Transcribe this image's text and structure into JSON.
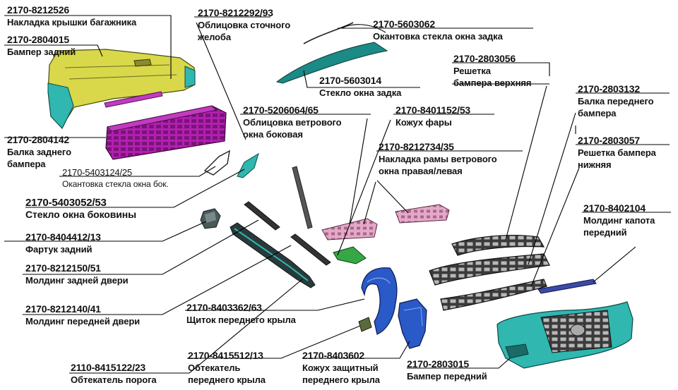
{
  "diagram": {
    "colors": {
      "cyan": "#2fb7b0",
      "yellow": "#d8d84a",
      "magenta": "#b21fb0",
      "pink": "#e4a8c8",
      "blue": "#2a59c8",
      "grey": "#454545",
      "green": "#35a845",
      "dark_cyan": "#178a88",
      "line": "#000000"
    },
    "parts": [
      {
        "id": "trunk-lid-trim",
        "number": "2170-8212526",
        "name": "Накладка крышки багажника"
      },
      {
        "id": "rear-bumper",
        "number": "2170-2804015",
        "name": "Бампер задний"
      },
      {
        "id": "drain-gutter-trim",
        "number": "2170-8212292/93",
        "name": "Облицовка сточного желоба",
        "name_lines": [
          "Облицовка сточного",
          "желоба"
        ]
      },
      {
        "id": "rear-window-edging",
        "number": "2170-5603062",
        "name": "Окантовка стекла окна задка"
      },
      {
        "id": "rear-window-glass",
        "number": "2170-5603014",
        "name": "Стекло окна задка"
      },
      {
        "id": "upper-bumper-grille",
        "number": "2170-2803056",
        "name": "Решетка бампера верхняя",
        "name_lines": [
          "Решетка",
          "бампера верхняя"
        ]
      },
      {
        "id": "rear-bumper-beam",
        "number": "2170-2804142",
        "name": "Балка заднего бампера",
        "name_lines": [
          "Балка заднего",
          "бампера"
        ]
      },
      {
        "id": "side-vent-window-trim",
        "number": "2170-5206064/65",
        "name": "Облицовка ветрового окна боковая",
        "name_lines": [
          "Облицовка ветрового",
          "окна боковая"
        ]
      },
      {
        "id": "headlamp-cover",
        "number": "2170-8401152/53",
        "name": "Кожух фары"
      },
      {
        "id": "front-bumper-beam",
        "number": "2170-2803132",
        "name": "Балка переднего бампера",
        "name_lines": [
          "Балка переднего",
          "бампера"
        ]
      },
      {
        "id": "side-window-edging",
        "number": "2170-5403124/25",
        "name": "Окантовка стекла окна бок."
      },
      {
        "id": "windshield-frame-trim",
        "number": "2170-8212734/35",
        "name": "Накладка рамы ветрового окна правая/левая",
        "name_lines": [
          "Накладка рамы ветрового",
          "окна правая/левая"
        ]
      },
      {
        "id": "lower-bumper-grille",
        "number": "2170-2803057",
        "name": "Решетка бампера нижняя",
        "name_lines": [
          "Решетка бампера",
          "нижняя"
        ]
      },
      {
        "id": "side-window-glass",
        "number": "2170-5403052/53",
        "name": "Стекло окна боковины"
      },
      {
        "id": "hood-molding",
        "number": "2170-8402104",
        "name": "Молдинг капота передний",
        "name_lines": [
          "Молдинг капота",
          "передний"
        ]
      },
      {
        "id": "rear-mudflap",
        "number": "2170-8404412/13",
        "name": "Фартук задний"
      },
      {
        "id": "rear-door-molding",
        "number": "2170-8212150/51",
        "name": "Молдинг задней двери"
      },
      {
        "id": "front-door-molding",
        "number": "2170-8212140/41",
        "name": "Молдинг передней двери"
      },
      {
        "id": "front-fender-shield",
        "number": "2170-8403362/63",
        "name": "Щиток переднего крыла"
      },
      {
        "id": "sill-fairing",
        "number": "2110-8415122/23",
        "name": "Обтекатель порога"
      },
      {
        "id": "front-fender-fairing",
        "number": "2170-8415512/13",
        "name": "Обтекатель переднего крыла",
        "name_lines": [
          "Обтекатель",
          "переднего крыла"
        ]
      },
      {
        "id": "front-fender-guard",
        "number": "2170-8403602",
        "name": "Кожух защитный переднего крыла",
        "name_lines": [
          "Кожух защитный",
          "переднего крыла"
        ]
      },
      {
        "id": "front-bumper",
        "number": "2170-2803015",
        "name": "Бампер передний"
      }
    ]
  }
}
